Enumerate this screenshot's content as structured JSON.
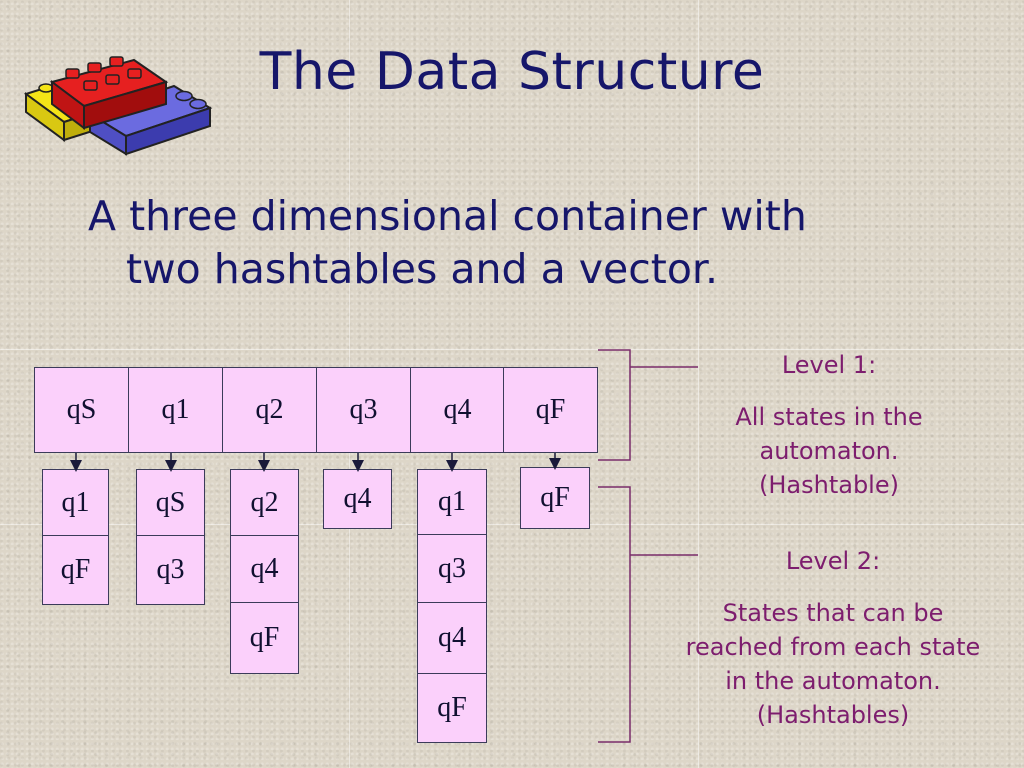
{
  "slide": {
    "title": "The Data Structure",
    "subtitle_line1": "A three dimensional container with",
    "subtitle_line2": "two hashtables and a vector."
  },
  "colors": {
    "title": "#16166a",
    "cell_fill": "#fbd0fb",
    "note_text": "#7d1d6e",
    "bracket": "#7a2d6a"
  },
  "level1": {
    "cells": [
      "qS",
      "q1",
      "q2",
      "q3",
      "q4",
      "qF"
    ]
  },
  "level2": {
    "columns": [
      [
        "q1",
        "qF"
      ],
      [
        "qS",
        "q3"
      ],
      [
        "q2",
        "q4",
        "qF"
      ],
      [
        "q4"
      ],
      [
        "q1",
        "q3",
        "q4",
        "qF"
      ],
      [
        "qF"
      ]
    ]
  },
  "notes": {
    "level1_heading": "Level 1:",
    "level1_line1": "All states in the",
    "level1_line2": "automaton.",
    "level1_line3": "(Hashtable)",
    "level2_heading": "Level 2:",
    "level2_line1": "States that can be",
    "level2_line2": "reached from each state",
    "level2_line3": "in the automaton.",
    "level2_line4": "(Hashtables)"
  },
  "logo": {
    "icon": "lego-bricks-icon"
  }
}
